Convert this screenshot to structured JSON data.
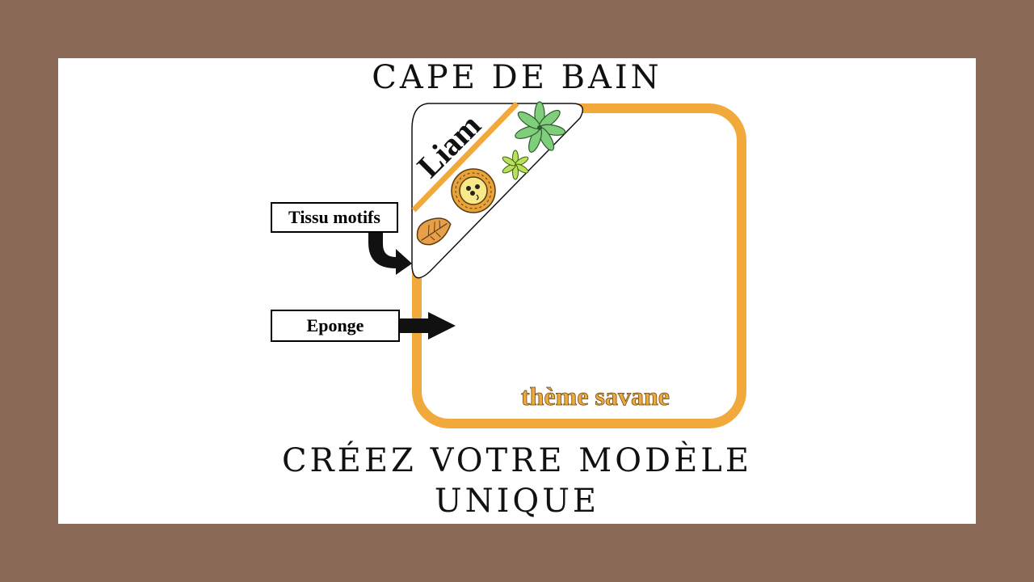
{
  "title_top": "CAPE DE BAIN",
  "title_bottom": [
    "CRÉEZ VOTRE MODÈLE",
    "UNIQUE"
  ],
  "hood_name": "Liam",
  "callouts": {
    "fabric": "Tissu motifs",
    "sponge": "Eponge"
  },
  "theme": "thème savane",
  "colors": {
    "background": "#8a6a57",
    "panel": "#ffffff",
    "outline": "#f2a93b",
    "leaf_green": "#7fce7c",
    "leaf_yellow": "#b8e25a",
    "lion": "#e8a33a",
    "leaf_brown": "#e8a048"
  },
  "icons": [
    "palm-leaf-icon",
    "small-leaf-icon",
    "lion-icon",
    "brown-leaf-icon",
    "arrow-icon"
  ]
}
